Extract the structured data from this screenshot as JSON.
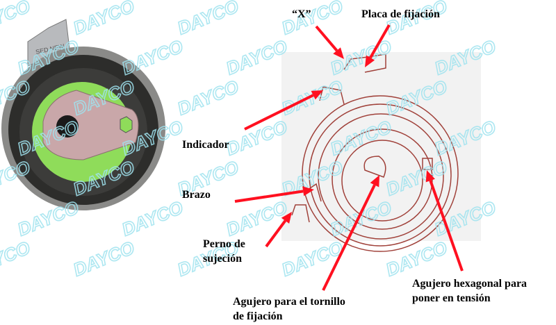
{
  "watermark": {
    "text": "DAYCO",
    "color": "#9fe3ef"
  },
  "photo": {
    "stamp_text": "SED NEW"
  },
  "labels": {
    "x_mark": "“X”",
    "plate": "Placa de fijación",
    "indicator": "Indicador",
    "arm": "Brazo",
    "pin_line1": "Perno de",
    "pin_line2": "sujeción",
    "bolt_hole_line1": "Agujero para el tornillo",
    "bolt_hole_line2": "de fijación",
    "hex_hole_line1": "Agujero hexagonal para",
    "hex_hole_line2": "poner en tensión"
  },
  "colors": {
    "arrow": "#ff1020",
    "sketch": "#a0413a",
    "green": "#8fdc5a"
  }
}
